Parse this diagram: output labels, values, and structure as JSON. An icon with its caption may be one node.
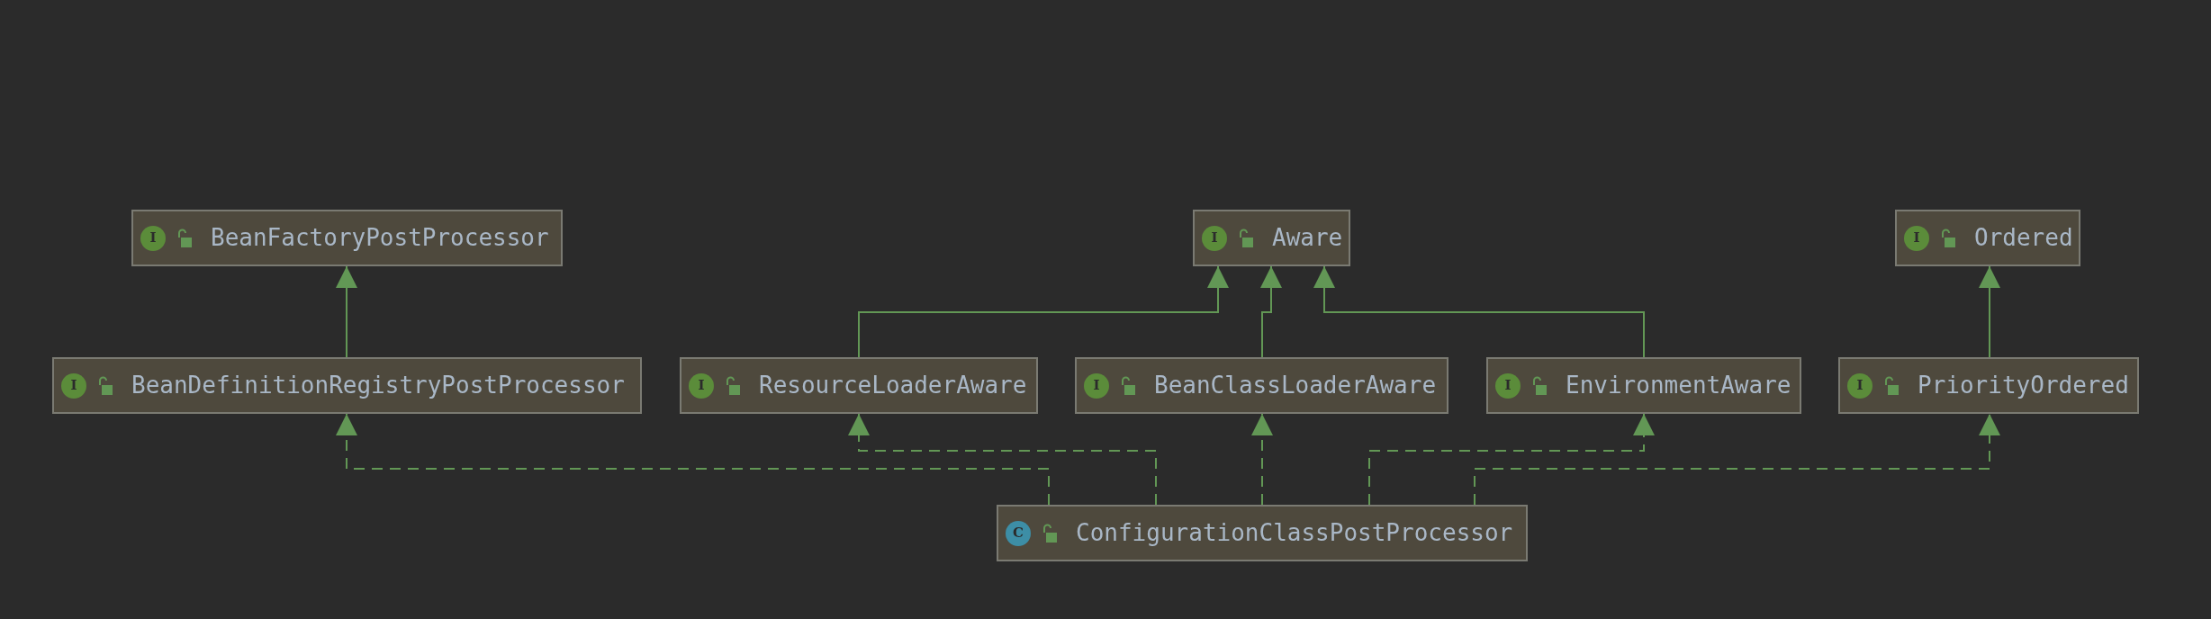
{
  "diagram": {
    "nodes": [
      {
        "text": [
          "I",
          "BeanFactoryPostProcessor"
        ]
      },
      {
        "text": [
          "I",
          "Aware"
        ]
      },
      {
        "text": [
          "I",
          "Ordered"
        ]
      },
      {
        "text": [
          "I",
          "BeanDefinitionRegistryPostProcessor"
        ]
      },
      {
        "text": [
          "I",
          "ResourceLoaderAware"
        ]
      },
      {
        "text": [
          "I",
          "BeanClassLoaderAware"
        ]
      },
      {
        "text": [
          "I",
          "EnvironmentAware"
        ]
      },
      {
        "text": [
          "I",
          "PriorityOrdered"
        ]
      },
      {
        "text": [
          "C",
          "ConfigurationClassPostProcessor"
        ]
      }
    ],
    "edges": [
      {
        "from": 3,
        "to": 0,
        "arrow": "to"
      },
      {
        "from": 4,
        "to": 1,
        "arrow": "to"
      },
      {
        "from": 5,
        "to": 1,
        "arrow": "to"
      },
      {
        "from": 6,
        "to": 1,
        "arrow": "to"
      },
      {
        "from": 7,
        "to": 2,
        "arrow": "to"
      },
      {
        "from": 8,
        "to": 3,
        "arrow": "to",
        "style": "dashed"
      },
      {
        "from": 8,
        "to": 4,
        "arrow": "to",
        "style": "dashed"
      },
      {
        "from": 8,
        "to": 5,
        "arrow": "to",
        "style": "dashed"
      },
      {
        "from": 8,
        "to": 6,
        "arrow": "to",
        "style": "dashed"
      },
      {
        "from": 8,
        "to": 7,
        "arrow": "to",
        "style": "dashed"
      }
    ]
  }
}
